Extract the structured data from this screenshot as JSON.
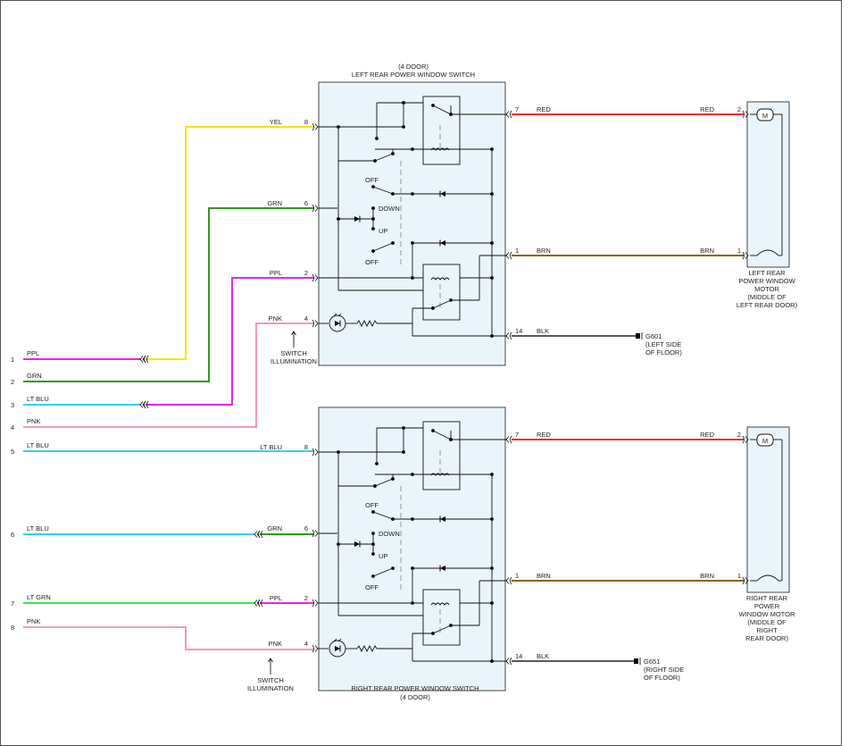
{
  "colors": {
    "YEL": "#f2e600",
    "GRN": "#2f9a1e",
    "PPL": "#e029e0",
    "LT BLU": "#38d0ee",
    "PNK": "#f29ab4",
    "LT GRN": "#3ee64a",
    "RED": "#e8342a",
    "BRN": "#8a6512",
    "BLK": "#222222"
  },
  "left_connector": [
    {
      "pin": "1",
      "wire": "PPL"
    },
    {
      "pin": "2",
      "wire": "GRN"
    },
    {
      "pin": "3",
      "wire": "LT BLU"
    },
    {
      "pin": "4",
      "wire": "PNK"
    },
    {
      "pin": "5",
      "wire": "LT BLU"
    },
    {
      "pin": "6",
      "wire": "LT BLU"
    },
    {
      "pin": "7",
      "wire": "LT GRN"
    },
    {
      "pin": "8",
      "wire": "PNK"
    }
  ],
  "switches": [
    {
      "id": "left",
      "title_lines": [
        "(4 DOOR)",
        "LEFT REAR POWER WINDOW SWITCH"
      ],
      "inputs": [
        {
          "pin": "8",
          "wire": "YEL"
        },
        {
          "pin": "6",
          "wire": "GRN"
        },
        {
          "pin": "2",
          "wire": "PPL"
        },
        {
          "pin": "4",
          "wire": "PNK"
        }
      ],
      "illumination_lines": [
        "SWITCH",
        "ILLUMINATION"
      ],
      "labels": {
        "off1": "OFF",
        "down": "DOWN",
        "up": "UP",
        "off2": "OFF"
      },
      "outputs": [
        {
          "pin": "7",
          "wire": "RED"
        },
        {
          "pin": "1",
          "wire": "BRN"
        },
        {
          "pin": "14",
          "wire": "BLK"
        }
      ],
      "ground": {
        "name": "G601",
        "lines": [
          "(LEFT SIDE",
          "OF FLOOR)"
        ]
      },
      "motor": {
        "red_wire": "RED",
        "red_pin": "2",
        "brn_wire": "BRN",
        "brn_pin": "1",
        "symbol": "M",
        "lines": [
          "LEFT REAR",
          "POWER WINDOW",
          "MOTOR",
          "(MIDDLE OF",
          "LEFT REAR DOOR)"
        ]
      }
    },
    {
      "id": "right",
      "title_lines": [
        "RIGHT REAR POWER WINDOW SWITCH",
        "(4 DOOR)"
      ],
      "inputs": [
        {
          "pin": "8",
          "wire": "LT BLU"
        },
        {
          "pin": "6",
          "wire": "GRN"
        },
        {
          "pin": "2",
          "wire": "PPL"
        },
        {
          "pin": "4",
          "wire": "PNK"
        }
      ],
      "illumination_lines": [
        "SWITCH",
        "ILLUMINATION"
      ],
      "labels": {
        "off1": "OFF",
        "down": "DOWN",
        "up": "UP",
        "off2": "OFF"
      },
      "outputs": [
        {
          "pin": "7",
          "wire": "RED"
        },
        {
          "pin": "1",
          "wire": "BRN"
        },
        {
          "pin": "14",
          "wire": "BLK"
        }
      ],
      "ground": {
        "name": "G651",
        "lines": [
          "(RIGHT SIDE",
          "OF FLOOR)"
        ]
      },
      "motor": {
        "red_wire": "RED",
        "red_pin": "2",
        "brn_wire": "BRN",
        "brn_pin": "1",
        "symbol": "M",
        "lines": [
          "RIGHT REAR",
          "POWER",
          "WINDOW MOTOR",
          "(MIDDLE OF",
          "RIGHT",
          "REAR DOOR)"
        ]
      }
    }
  ]
}
